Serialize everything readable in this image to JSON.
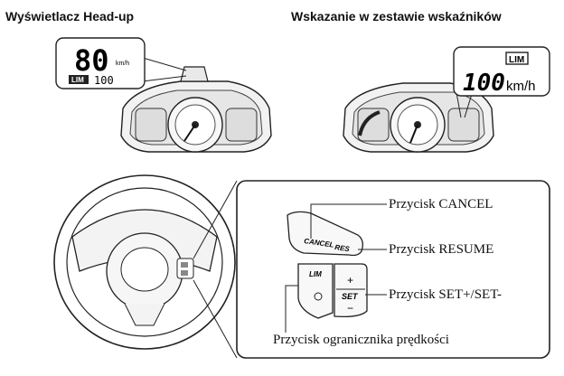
{
  "titles": {
    "left": "Wyświetlacz Head-up",
    "right": "Wskazanie w zestawie wskaźników"
  },
  "hud": {
    "speed": "80",
    "unit": "km/h",
    "lim_badge": "LIM",
    "limit_value": "100"
  },
  "cluster": {
    "lim_badge": "LIM",
    "speed": "100",
    "unit": "km/h"
  },
  "buttons": {
    "cancel_label": "CANCEL",
    "res_label": "RES",
    "lim_label": "LIM",
    "set_label": "SET",
    "plus": "+",
    "minus": "−"
  },
  "callouts": {
    "cancel": "Przycisk CANCEL",
    "resume": "Przycisk RESUME",
    "set": "Przycisk SET+/SET-",
    "limiter": "Przycisk ogranicznika prędkości"
  }
}
